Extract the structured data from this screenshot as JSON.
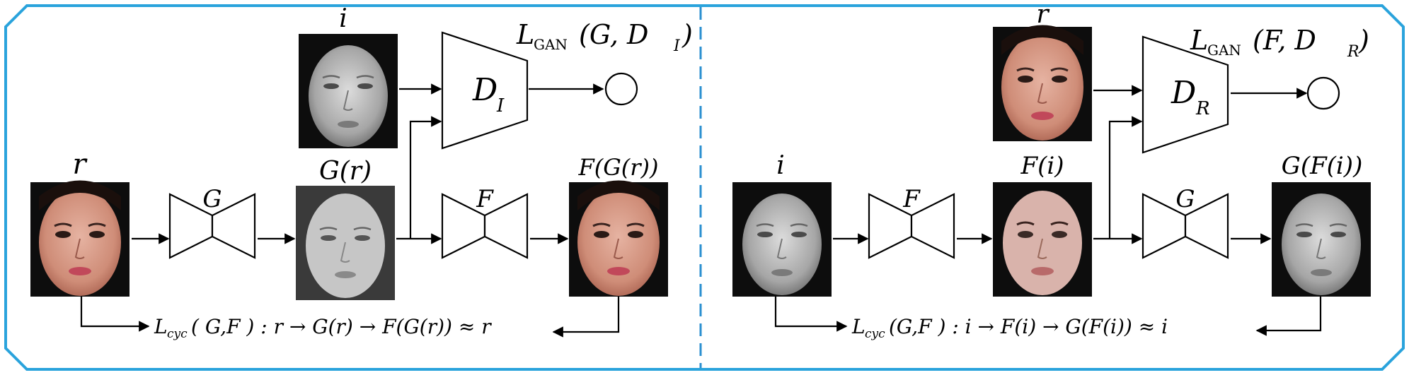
{
  "frame": {
    "border_color": "#2aa3dc",
    "divider_color": "#2a8fd0"
  },
  "left_panel": {
    "input_label": "r",
    "discriminator_input_label": "i",
    "gen1_label": "G",
    "gen1_output_label": "G(r)",
    "gen2_label": "F",
    "gen2_output_label": "F(G(r))",
    "discriminator_label": "D",
    "discriminator_sub": "I",
    "gan_loss": {
      "L": "L",
      "sub": "GAN",
      "args": "(G, D",
      "args_sub": "I",
      "close": ")"
    },
    "cycle_loss": {
      "L": "L",
      "sub": "cyc",
      "text": "( G,F ) : r → G(r) → F(G(r)) ≈ r"
    }
  },
  "right_panel": {
    "input_label": "i",
    "discriminator_input_label": "r",
    "gen1_label": "F",
    "gen1_output_label": "F(i)",
    "gen2_label": "G",
    "gen2_output_label": "G(F(i))",
    "discriminator_label": "D",
    "discriminator_sub": "R",
    "gan_loss": {
      "L": "L",
      "sub": "GAN",
      "args": "(F, D",
      "args_sub": "R",
      "close": ")"
    },
    "cycle_loss": {
      "L": "L",
      "sub": "cyc",
      "text": "(G,F ) : i → F(i) → G(F(i)) ≈ i"
    }
  },
  "faces": {
    "real_skin": "#d89a86",
    "infrared_skin": "#a9a9a9",
    "background": "#0d0d0d"
  }
}
